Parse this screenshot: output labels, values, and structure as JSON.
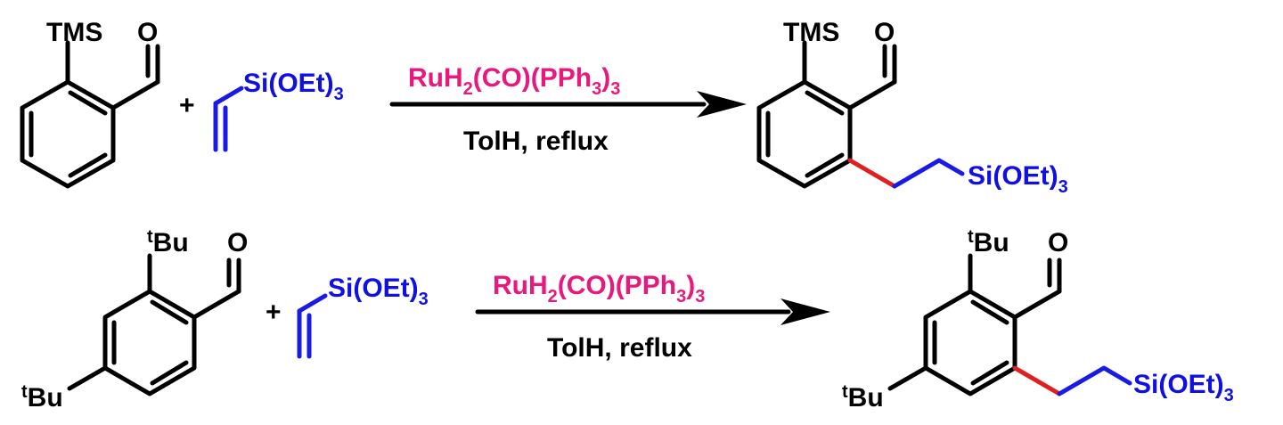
{
  "colors": {
    "reagent": "#e8197c",
    "silyl_group": "#1010e0",
    "new_bond": "#e02020",
    "ring_fill": "#5fd8ea"
  },
  "reaction1": {
    "sm_substituent": "TMS",
    "sm_carbonyl_o": "O",
    "plus": "+",
    "vinyl_label": "Si(OEt)",
    "vinyl_sub": "3",
    "catalyst": {
      "a": "RuH",
      "s1": "2",
      "b": "(CO)(PPh",
      "s2": "3",
      "c": ")",
      "s3": "3"
    },
    "conditions": "TolH, reflux",
    "prod_substituent": "TMS",
    "prod_carbonyl_o": "O",
    "prod_silyl": "Si(OEt)",
    "prod_silyl_sub": "3"
  },
  "reaction2": {
    "sm_sup1": "t",
    "sm_sub1": "Bu",
    "sm_sup2": "t",
    "sm_sub2": "Bu",
    "sm_carbonyl_o": "O",
    "plus": "+",
    "vinyl_label": "Si(OEt)",
    "vinyl_sub": "3",
    "catalyst": {
      "a": "RuH",
      "s1": "2",
      "b": "(CO)(PPh",
      "s2": "3",
      "c": ")",
      "s3": "3"
    },
    "conditions": "TolH, reflux",
    "prod_sup1": "t",
    "prod_sub1": "Bu",
    "prod_sup2": "t",
    "prod_sub2": "Bu",
    "prod_carbonyl_o": "O",
    "prod_silyl": "Si(OEt)",
    "prod_silyl_sub": "3"
  }
}
